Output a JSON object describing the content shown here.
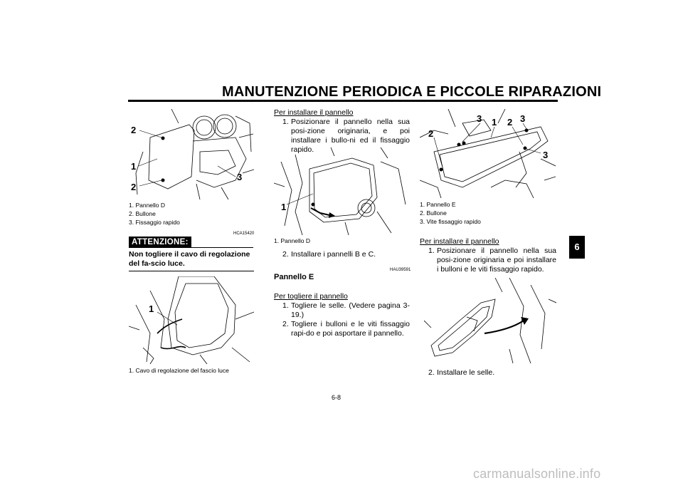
{
  "header": {
    "title": "MANUTENZIONE PERIODICA E PICCOLE RIPARAZIONI"
  },
  "figures": {
    "fig1": {
      "callouts": [
        "2",
        "1",
        "2",
        "3"
      ],
      "legend": [
        "1. Pannello D",
        "2. Bullone",
        "3. Fissaggio rapido"
      ]
    },
    "fig2": {
      "callouts": [
        "1"
      ],
      "legend": [
        "1. Cavo di regolazione del fascio luce"
      ]
    },
    "fig3": {
      "callouts": [
        "1"
      ],
      "legend": [
        "1. Pannello D"
      ]
    },
    "fig4": {
      "callouts": [
        "3",
        "1",
        "2",
        "3",
        "2",
        "3"
      ],
      "legend": [
        "1. Pannello E",
        "2. Bullone",
        "3. Vite fissaggio rapido"
      ]
    },
    "fig5": {
      "callouts": []
    }
  },
  "caution": {
    "code": "HCA15420",
    "label": "ATTENZIONE:",
    "text": "Non togliere il cavo di regolazione del fa-scio luce."
  },
  "col2": {
    "install_title": "Per installare il pannello",
    "install_steps": [
      {
        "num": "1.",
        "text": "Posizionare il pannello nella sua posi-zione originaria, e poi installare i bullo-ni ed il fissaggio rapido."
      }
    ],
    "step2": {
      "num": "2.",
      "text": "Installare i pannelli B e C."
    },
    "code": "HAU39591",
    "section_title": "Pannello E",
    "remove_title": "Per togliere il pannello",
    "remove_steps": [
      {
        "num": "1.",
        "text": "Togliere le selle. (Vedere pagina 3-19.)"
      },
      {
        "num": "2.",
        "text": "Togliere i bulloni e le viti fissaggio rapi-do e poi asportare il pannello."
      }
    ]
  },
  "col3": {
    "install_title": "Per installare il pannello",
    "install_steps": [
      {
        "num": "1.",
        "text": "Posizionare il pannello nella sua posi-zione originaria e poi installare i bulloni e le viti fissaggio rapido."
      }
    ],
    "step2": {
      "num": "2.",
      "text": "Installare le selle."
    }
  },
  "tab": {
    "label": "6"
  },
  "footer": {
    "page": "6-8"
  },
  "watermark": "carmanualsonline.info"
}
